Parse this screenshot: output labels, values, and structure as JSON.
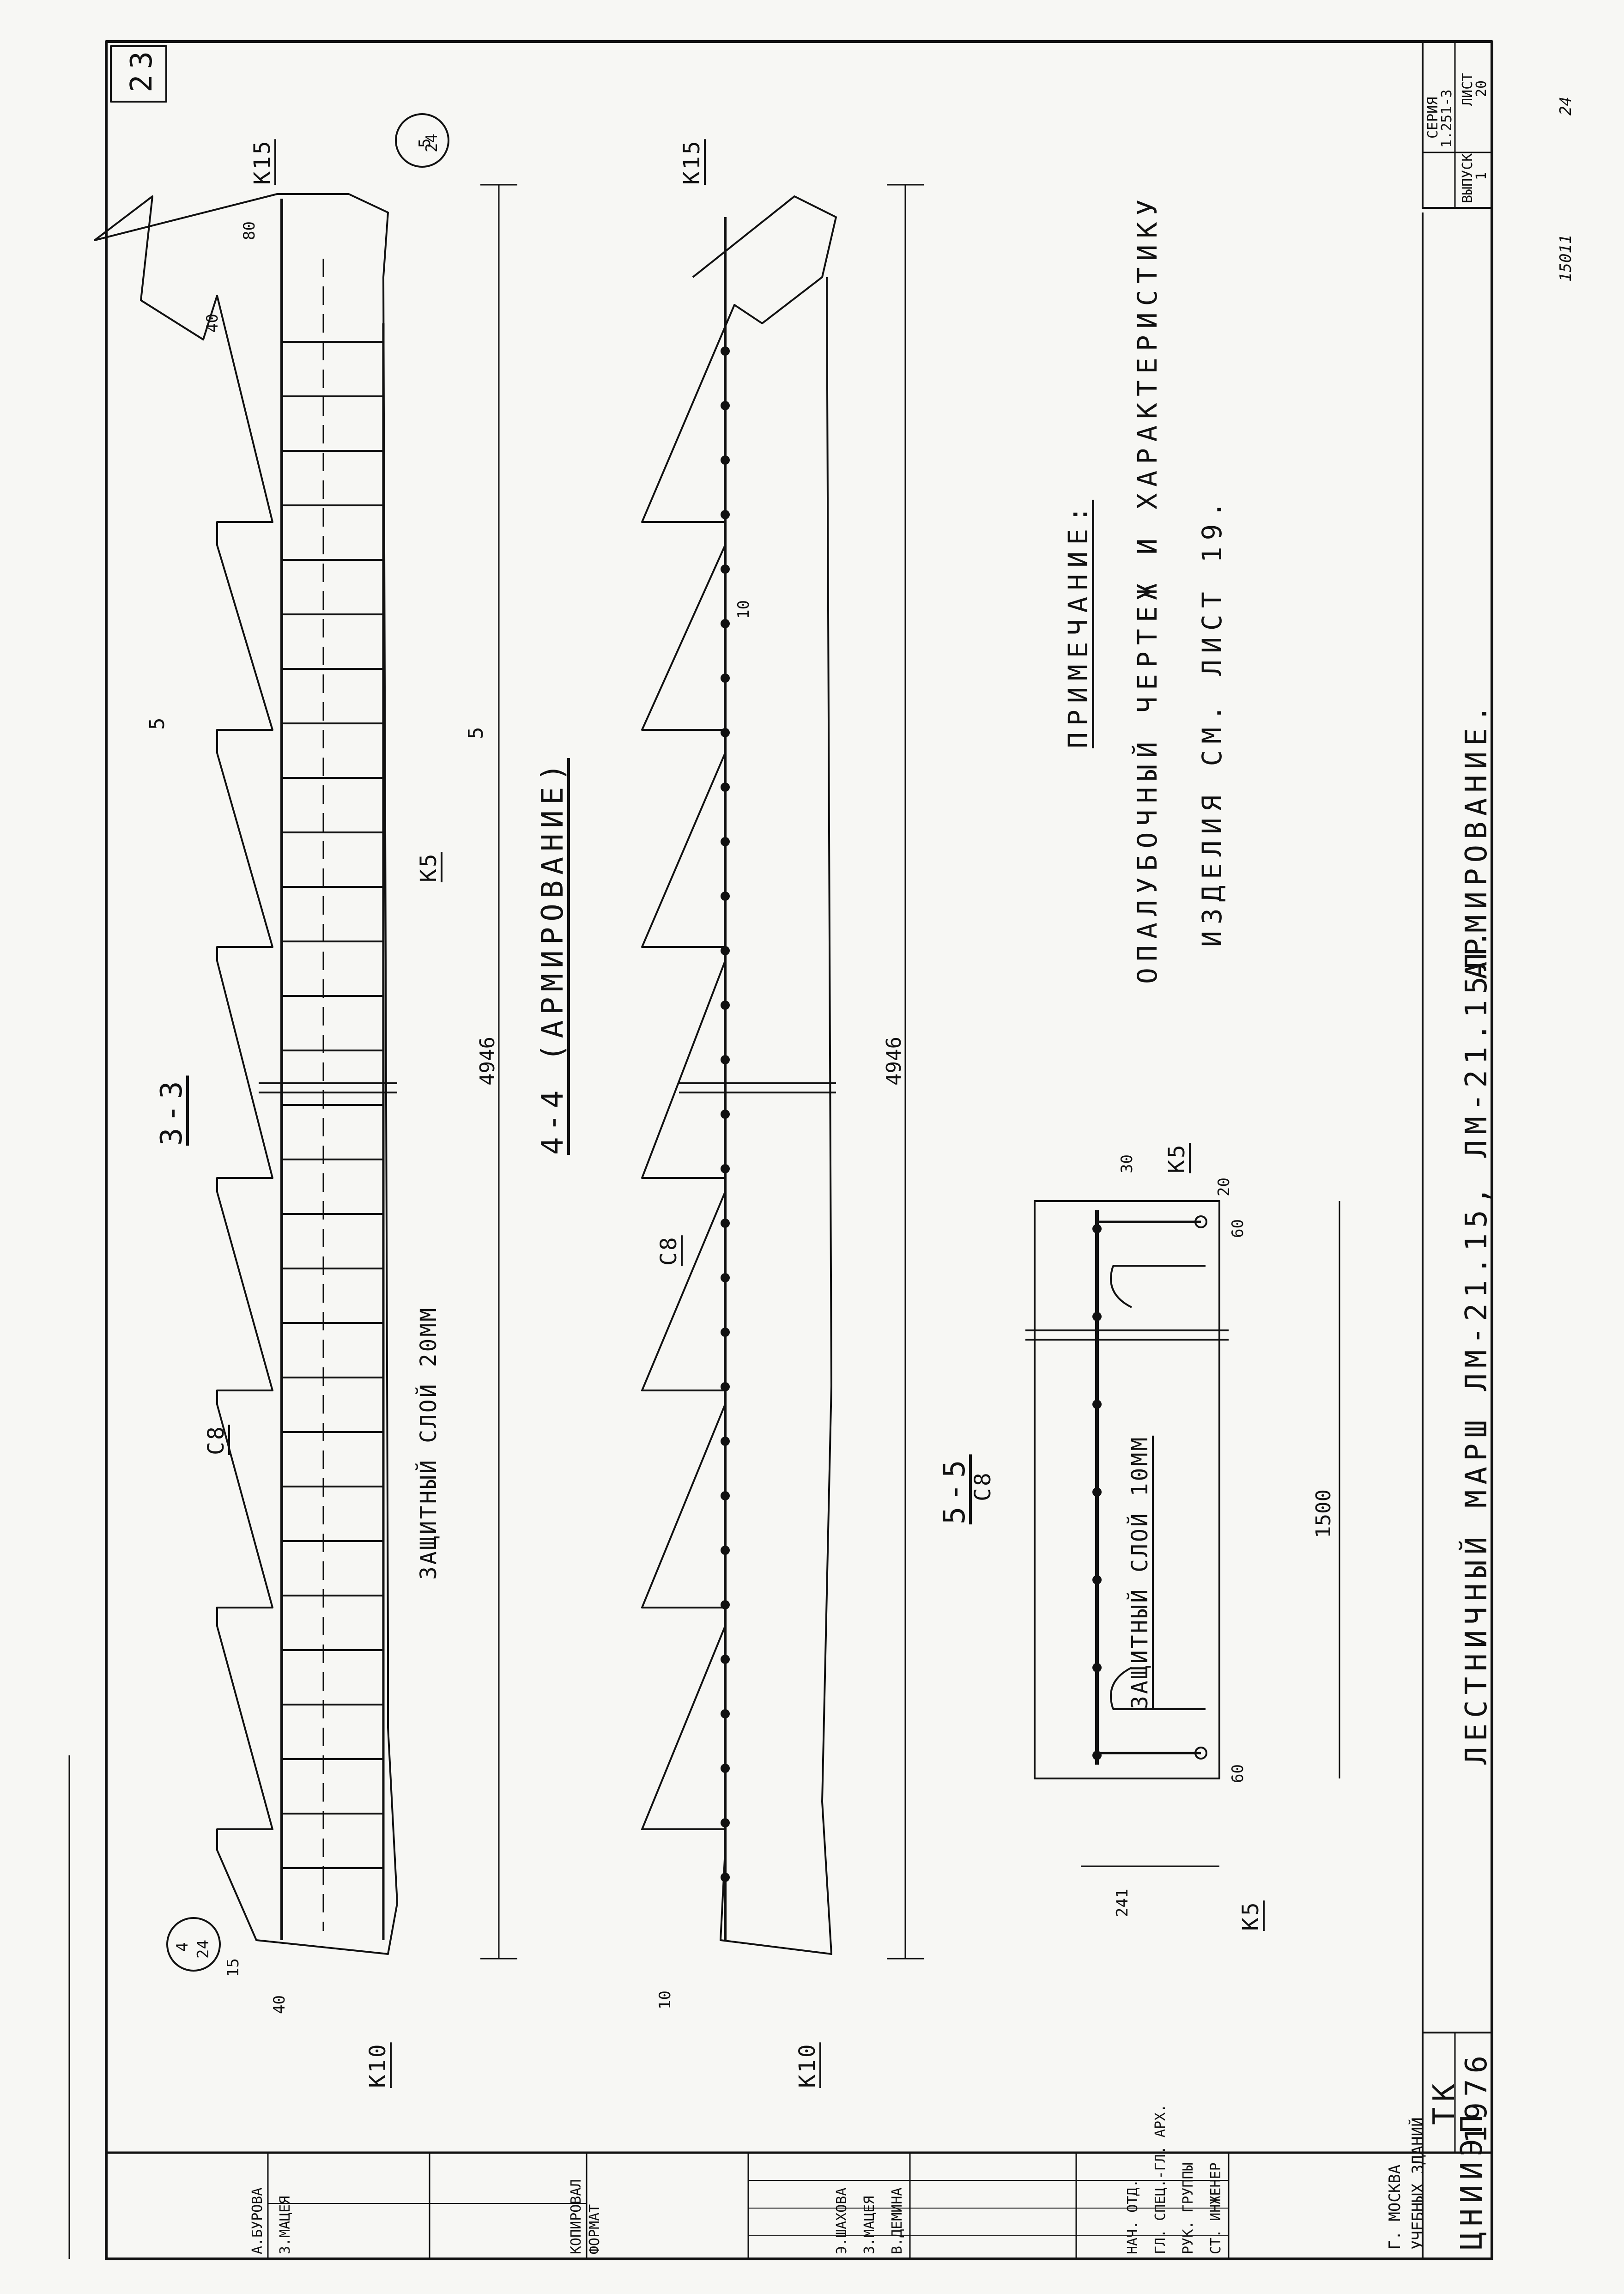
{
  "page_number": "23",
  "stamp": {
    "series_label": "СЕРИЯ",
    "series_value": "1.251-3",
    "issue_label": "ВЫПУСК",
    "issue_value": "1",
    "sheet_label": "ЛИСТ",
    "sheet_value": "20",
    "handwritten_a": "15011",
    "handwritten_b": "24"
  },
  "note": {
    "heading": "ПРИМЕЧАНИЕ:",
    "line1": "ОПАЛУБОЧНЫЙ ЧЕРТЕЖ И ХАРАКТЕРИСТИКУ",
    "line2": "ИЗДЕЛИЯ СМ. ЛИСТ 19."
  },
  "title": {
    "main": "ЛЕСТНИЧНЫЙ МАРШ ЛМ-21.15, ЛМ-21.15Л.",
    "sub": "АРМИРОВАНИЕ."
  },
  "section_3_3": {
    "title": "3-3",
    "length": "4946",
    "cover_layer": "ЗАЩИТНЫЙ СЛОЙ 20ММ",
    "cut_mark": "5",
    "labels": {
      "k15": "К15",
      "k5": "К5",
      "c8": "С8",
      "k10": "К10"
    },
    "dims": {
      "d80": "80",
      "d40": "40",
      "d15": "15",
      "d40b": "40"
    },
    "callout_top": {
      "num": "5",
      "sheet": "24"
    },
    "callout_bottom": {
      "num": "4",
      "sheet": "24"
    }
  },
  "section_4_4": {
    "title": "4-4 (АРМИРОВАНИЕ)",
    "length": "4946",
    "dim_10_mid": "10",
    "dim_10_end": "10",
    "labels": {
      "k15": "К15",
      "c8": "С8",
      "k10": "К10"
    }
  },
  "section_5_5": {
    "title": "5-5",
    "subtitle": "С8",
    "width": "1500",
    "cover_layer": "ЗАЩИТНЫЙ СЛОЙ 10ММ",
    "dims": {
      "d30": "30",
      "d20": "20",
      "d60a": "60",
      "d60b": "60",
      "d241": "241"
    },
    "labels": {
      "k5_top": "К5",
      "k5_bottom": "К5"
    }
  },
  "titleblock": {
    "org_line1": "ЦНИИЭП",
    "org_line2": "УЧЕБНЫХ ЗДАНИЙ",
    "org_line3": "Г. МОСКВА",
    "roles": [
      "СТ. ИНЖЕНЕР",
      "РУК. ГРУППЫ",
      "ГЛ. СПЕЦ.-ГЛ. АРХ.",
      "НАЧ. ОТД."
    ],
    "names": [
      "В.ДЕМИНА",
      "З.МАЦЕЯ",
      "Э.ШАХОВА",
      ""
    ],
    "code": "ТК",
    "year": "1976",
    "copy_label": "КОПИРОВАЛ",
    "copy_name": "А.БУРОВА",
    "check_name": "З.МАЦЕЯ",
    "format_label": "ФОРМАТ"
  }
}
